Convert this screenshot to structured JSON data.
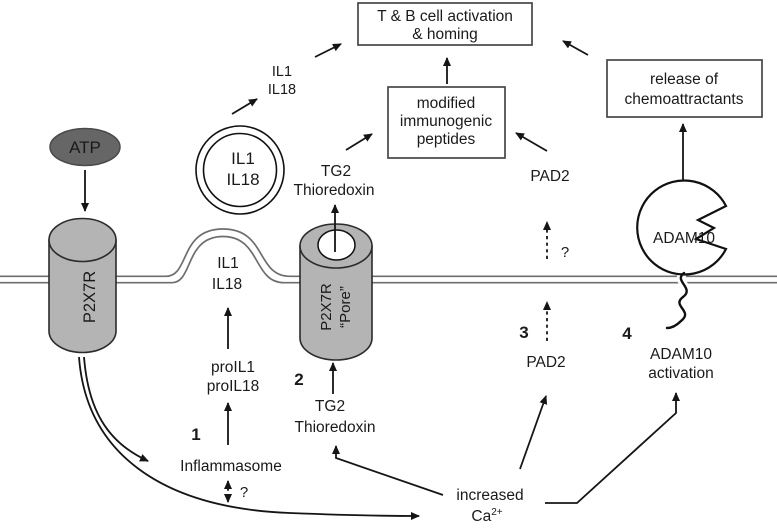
{
  "figure": {
    "type": "signaling-pathway-diagram",
    "background": "#ffffff",
    "colors": {
      "cylinder_fill": "#b4b4b4",
      "atp_fill": "#666666",
      "line": "#151515",
      "membrane": "#6e6e6e",
      "box_border": "#474747",
      "text": "#1a1a1a"
    },
    "boxes": {
      "tb_activation": {
        "line1": "T & B cell activation",
        "line2": "& homing"
      },
      "modified_peptides": {
        "line1": "modified",
        "line2": "immunogenic",
        "line3": "peptides"
      },
      "chemoattractants": {
        "line1": "release of",
        "line2": "chemoattractants"
      }
    },
    "labels": {
      "atp": "ATP",
      "receptor": "P2X7R",
      "pore_line1": "P2X7R",
      "pore_line2": "“Pore”",
      "vesicle_il1": "IL1",
      "vesicle_il18": "IL18",
      "released_il1": "IL1",
      "released_il18": "IL18",
      "bump_il1": "IL1",
      "bump_il18": "IL18",
      "tg2_top": "TG2",
      "thioredoxin_top": "Thioredoxin",
      "tg2_bottom": "TG2",
      "thioredoxin_bottom": "Thioredoxin",
      "pad2_top": "PAD2",
      "pad2_bottom": "PAD2",
      "proil1": "proIL1",
      "proil18": "proIL18",
      "inflammasome": "Inflammasome",
      "increased": "increased",
      "ca": "Ca",
      "ca_sup": "2+",
      "adam10": "ADAM10",
      "adam10_activation_line1": "ADAM10",
      "adam10_activation_line2": "activation",
      "q_inflammasome": "?",
      "q_pad2": "?"
    },
    "numbers": {
      "n1": "1",
      "n2": "2",
      "n3": "3",
      "n4": "4"
    }
  }
}
